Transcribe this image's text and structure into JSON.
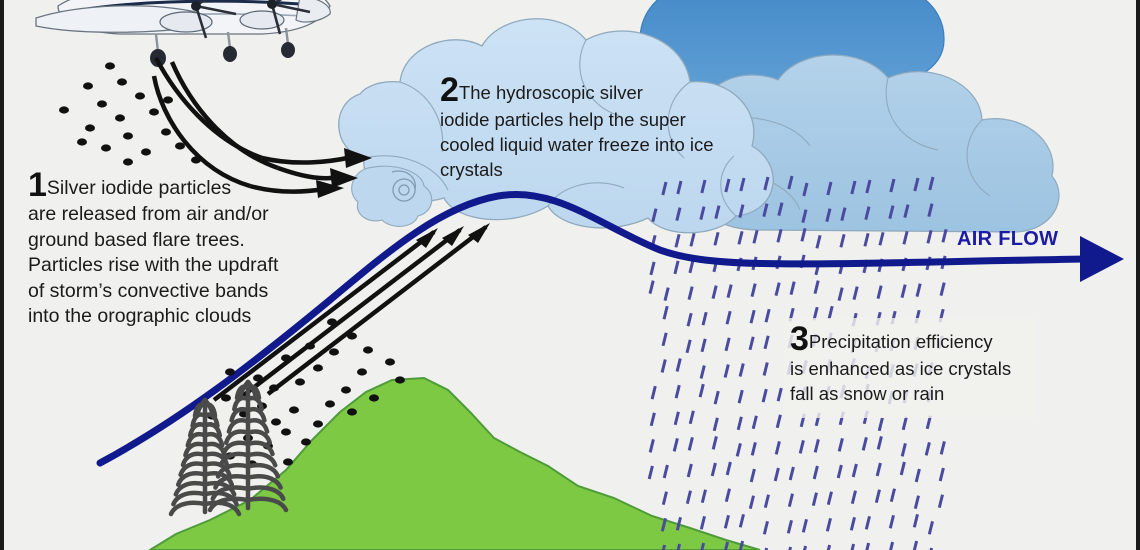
{
  "diagram": {
    "title": "Cloud Seeding Process Diagram",
    "background_color": "#f0f0ee",
    "border_color": "#1a1a1a"
  },
  "steps": [
    {
      "number": "1",
      "first_line": "Silver iodide particles",
      "text": "are released from air and/or ground based flare trees. Particles rise with the updraft of storm’s convective bands into the orographic clouds"
    },
    {
      "number": "2",
      "first_line": "The hydroscopic silver",
      "text": "iodide particles help the super cooled liquid water freeze into ice crystals"
    },
    {
      "number": "3",
      "first_line": "Precipitation efficiency",
      "text": "is enhanced as ice crystals fall as snow or rain"
    }
  ],
  "labels": {
    "air_flow": "AIR FLOW"
  },
  "colors": {
    "airflow_line": "#111a8c",
    "airflow_text": "#1b1ba4",
    "cloud_light": "#c5ddf2",
    "cloud_mid": "#a9cbe8",
    "cloud_dark": "#4a8cc8",
    "cloud_outline": "#8fa9bd",
    "mountain_fill": "#7dc943",
    "mountain_outline": "#4e9b3a",
    "precipitation": "#4a4a9e",
    "particles": "#111111",
    "tree": "#4a4a4a"
  },
  "elements": {
    "aircraft": "seeding-aircraft",
    "flare_trees_count": 2,
    "seeding_arrows_from_plane": 3,
    "updraft_arrows": 3,
    "precipitation_band": "slanted-dash-rain"
  }
}
